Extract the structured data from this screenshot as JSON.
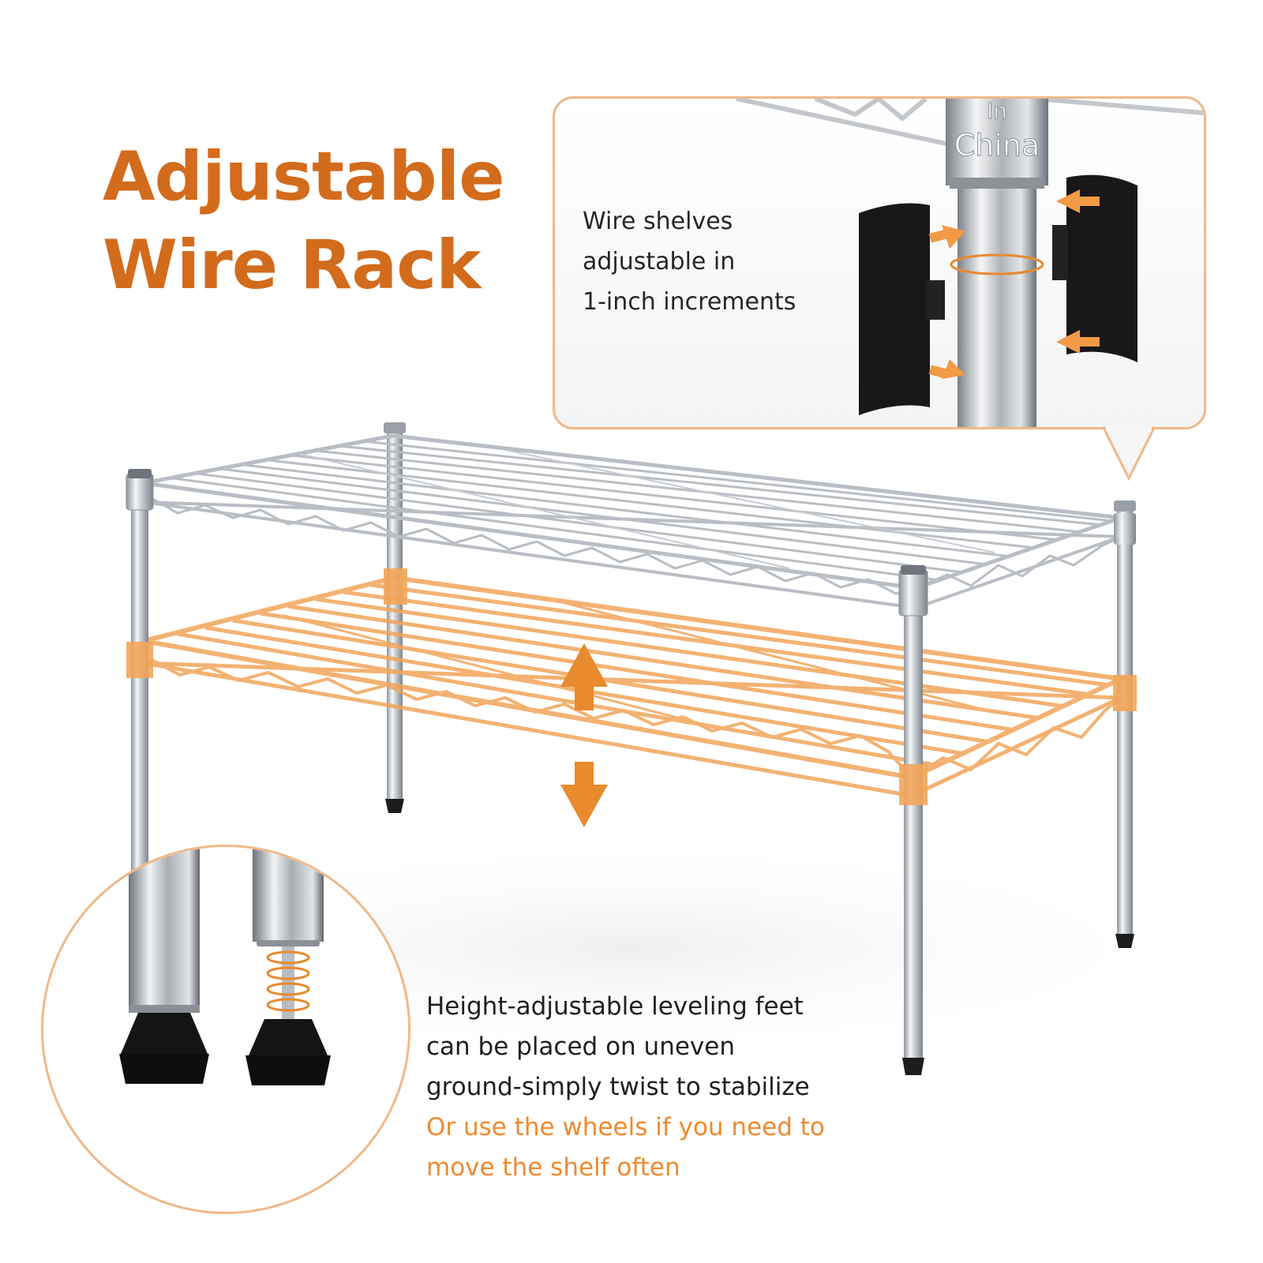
{
  "title": {
    "line1": "Adjustable",
    "line2": "Wire Rack"
  },
  "callout": {
    "lines": [
      "Wire shelves",
      "adjustable in",
      "1-inch increments"
    ],
    "pole_engraving": [
      "In",
      "China"
    ]
  },
  "feet": {
    "lines": [
      "Height-adjustable leveling feet",
      "can be placed on uneven",
      "ground-simply twist to stabilize"
    ],
    "highlight_lines": [
      "Or use the wheels if you need to",
      "move the shelf often"
    ]
  },
  "colors": {
    "accent": "#d36b1c",
    "highlight": "#ef8a2e",
    "shelf_overlay": "#f2a55a",
    "chrome": "#b9bec4"
  },
  "icons": [
    "up-arrow-icon",
    "down-arrow-icon",
    "clip-arrow-icon"
  ]
}
